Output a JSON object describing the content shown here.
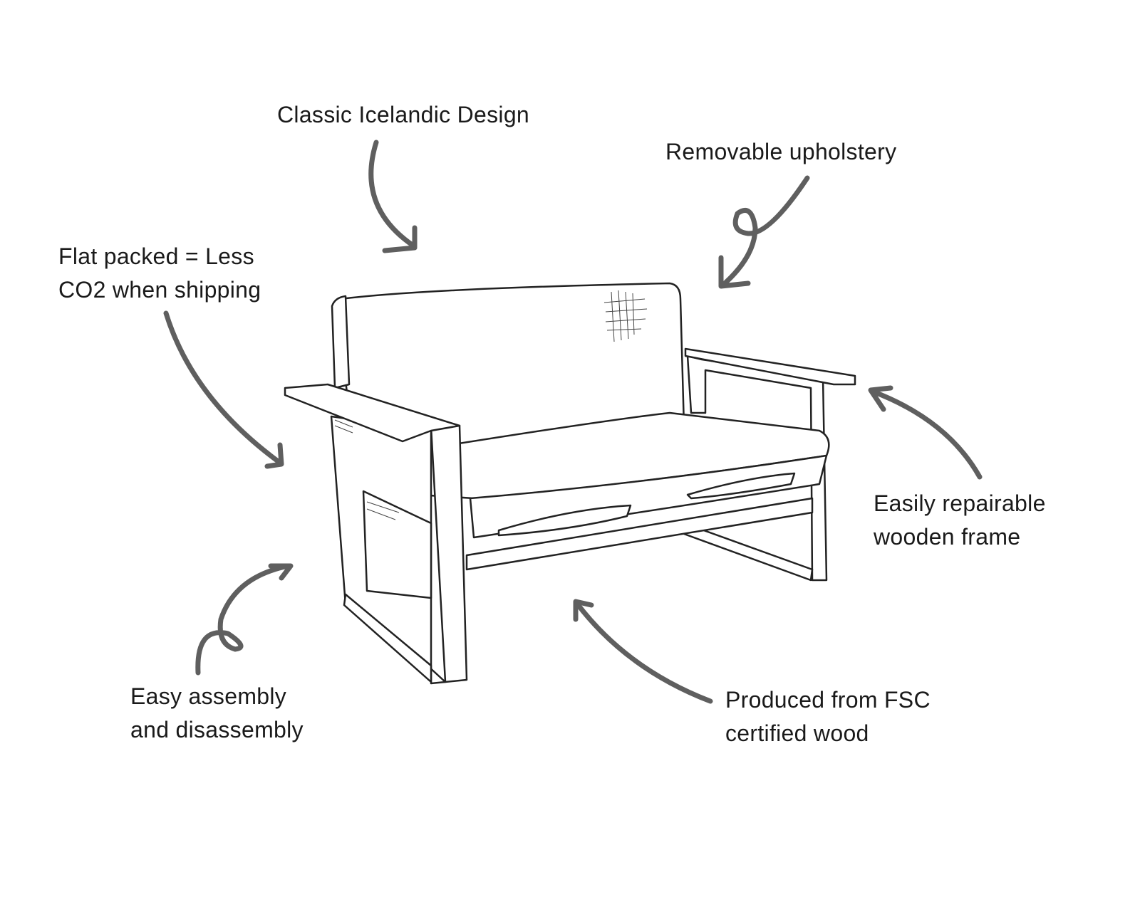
{
  "diagram": {
    "subject": "sofa-illustration",
    "colors": {
      "text": "#1a1a1a",
      "arrow": "#5f5f5f",
      "line": "#222222"
    },
    "annotations": [
      {
        "id": "design",
        "lines": [
          "Classic Icelandic Design"
        ]
      },
      {
        "id": "upholstery",
        "lines": [
          "Removable upholstery"
        ]
      },
      {
        "id": "flatpack",
        "lines": [
          "Flat packed = Less",
          "CO2 when shipping"
        ]
      },
      {
        "id": "repairable",
        "lines": [
          "Easily repairable",
          "wooden frame"
        ]
      },
      {
        "id": "assembly",
        "lines": [
          "Easy assembly",
          "and disassembly"
        ]
      },
      {
        "id": "fsc",
        "lines": [
          "Produced from FSC",
          "certified wood"
        ]
      }
    ]
  }
}
